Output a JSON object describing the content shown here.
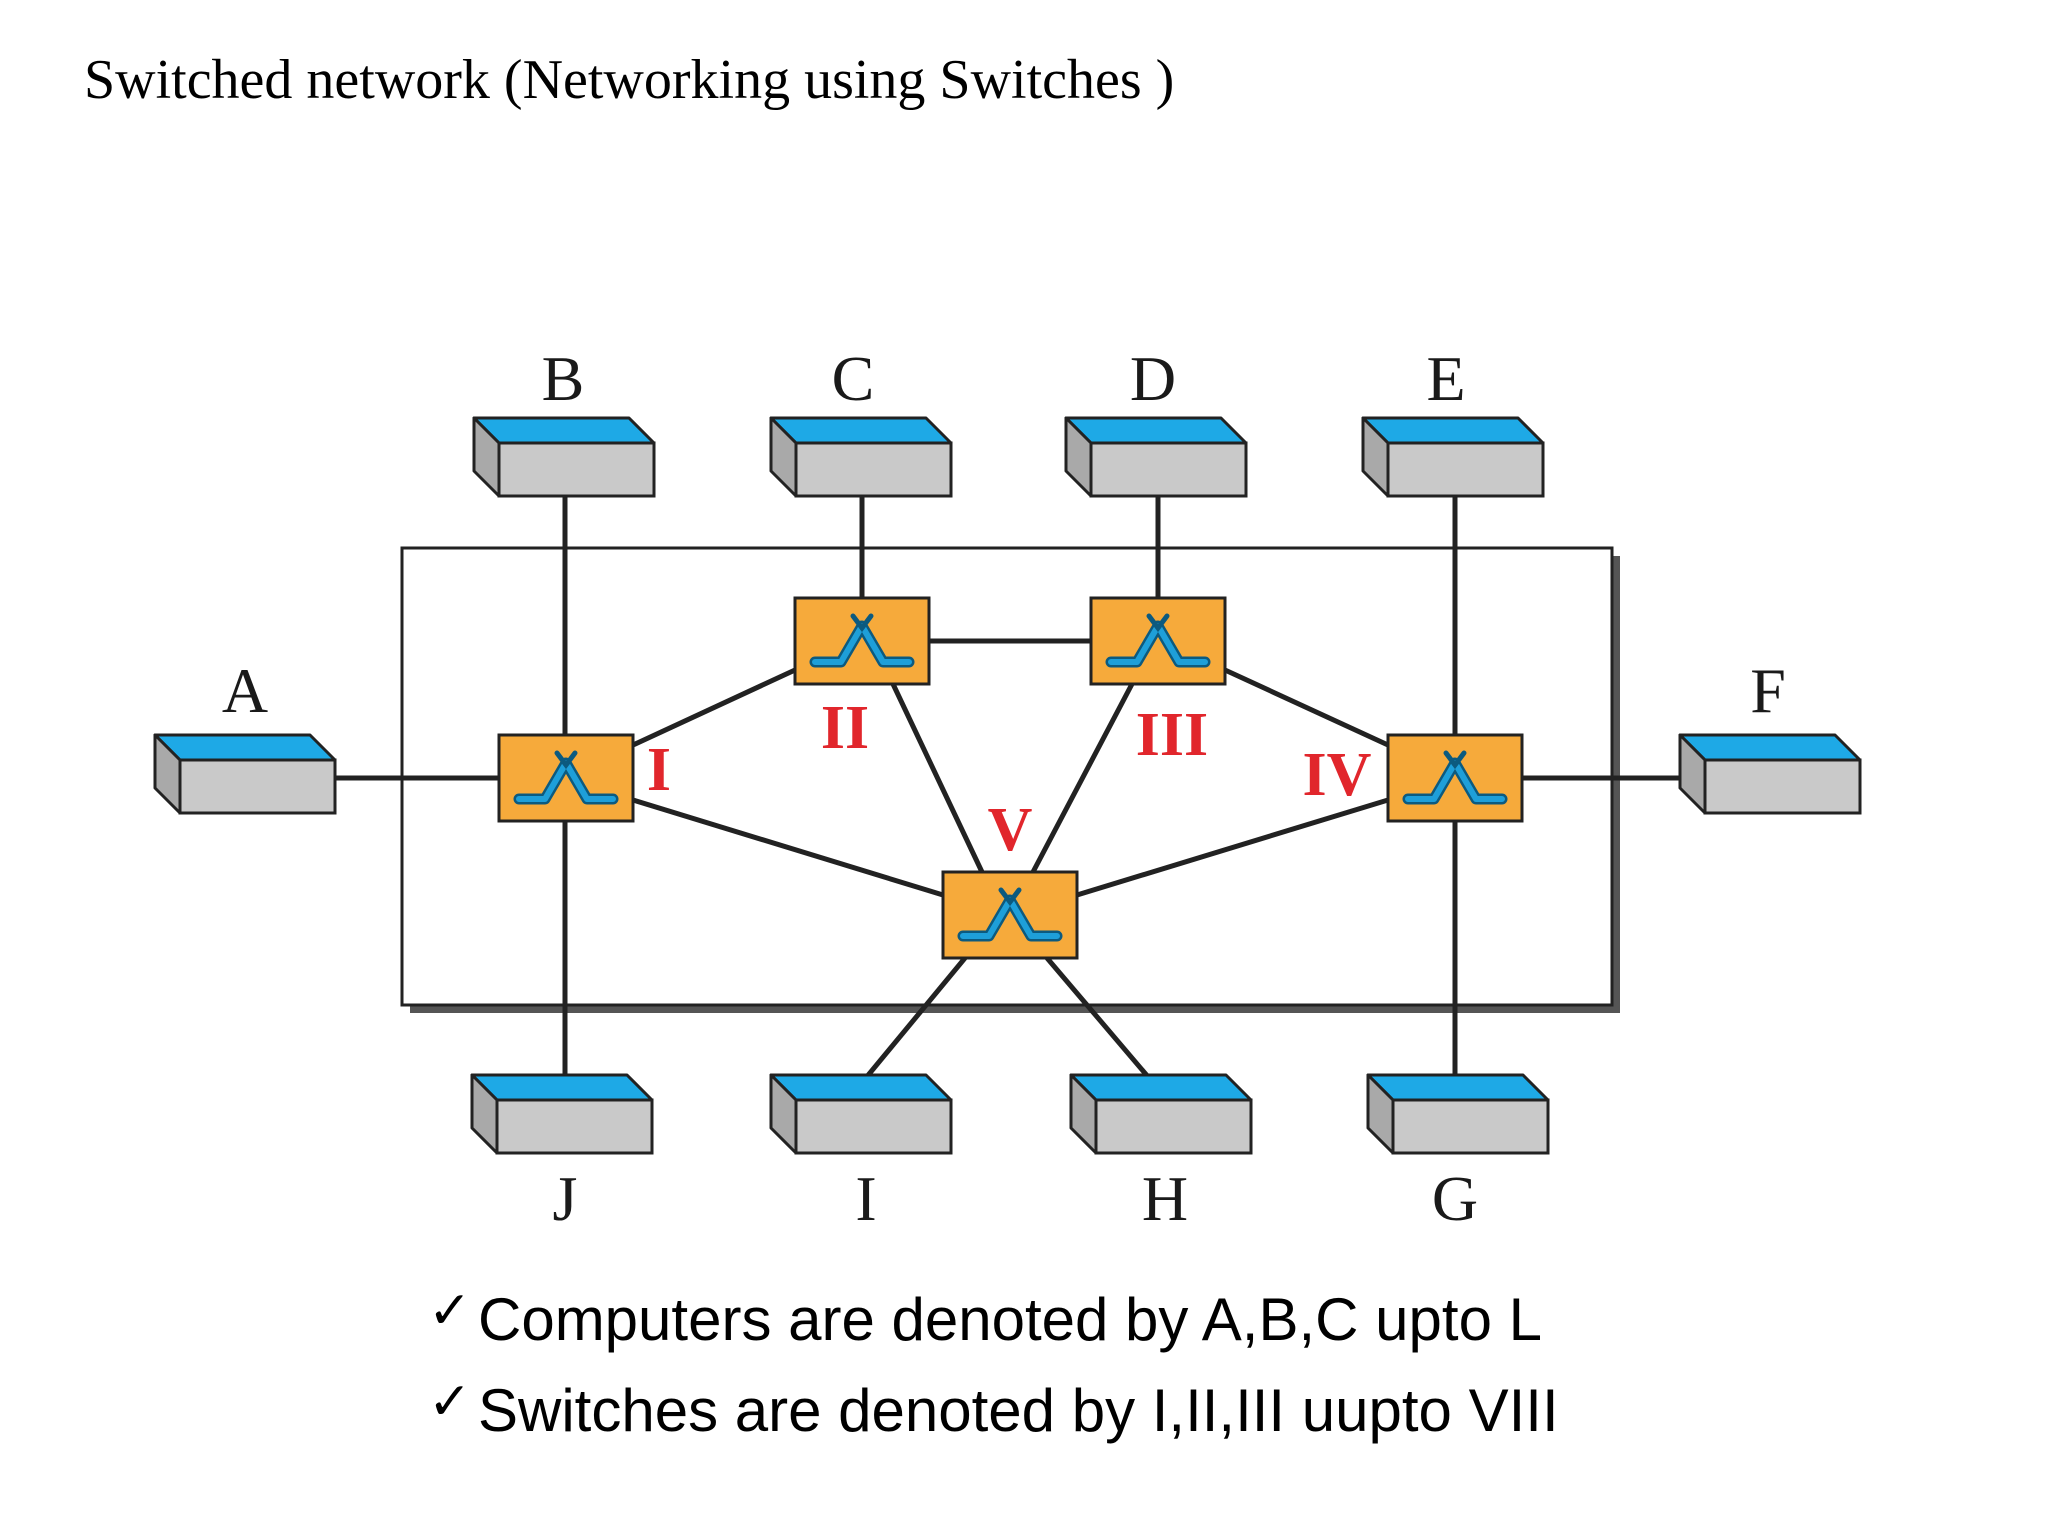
{
  "title": "Switched network (Networking using Switches )",
  "computers": {
    "A": "A",
    "B": "B",
    "C": "C",
    "D": "D",
    "E": "E",
    "F": "F",
    "G": "G",
    "H": "H",
    "I": "I",
    "J": "J"
  },
  "switches": {
    "I": "I",
    "II": "II",
    "III": "III",
    "IV": "IV",
    "V": "V"
  },
  "bullets": [
    {
      "icon": "checkmark-icon",
      "text": "Computers are denoted by A,B,C upto L"
    },
    {
      "icon": "checkmark-icon",
      "text": "Switches are denoted by I,II,III uupto VIII"
    }
  ],
  "colors": {
    "computer_top": "#1ea9e6",
    "computer_front": "#c9c9c9",
    "computer_side": "#a9a9a9",
    "switch_fill": "#f6aa3b",
    "switch_symbol": "#1e9fd9",
    "switch_label": "#e1262c"
  }
}
